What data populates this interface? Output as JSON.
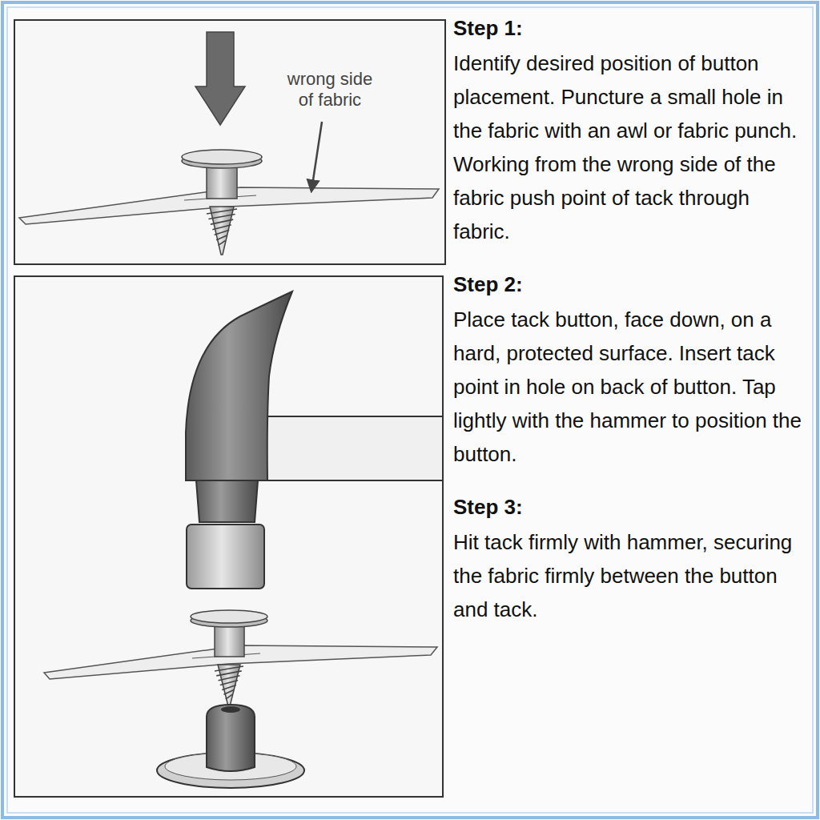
{
  "diagram": {
    "labels": [
      "wrong side of fabric",
      "Step 1:",
      "Identify desired position of button placement. Puncture a small hole in the fabric with an awl or fabric punch. Working from the wrong side of the fabric push point of tack through fabric.",
      "Step 2:",
      "Place tack button, face down, on a hard, protected surface. Insert tack point in hole on back of button. Tap lightly with the hammer to position the button.",
      "Step 3:",
      "Hit tack firmly with hammer, securing the fabric firmly between the button and tack."
    ]
  }
}
